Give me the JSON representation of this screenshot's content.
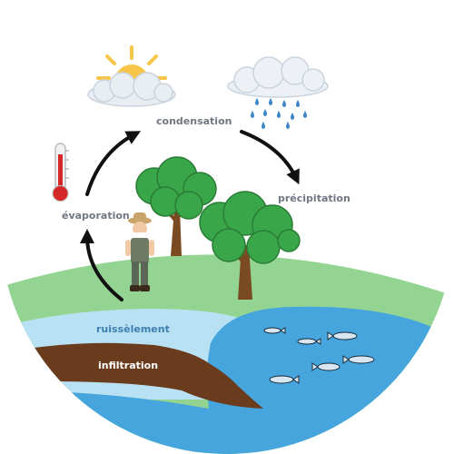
{
  "labels": {
    "condensation": "condensation",
    "precipitation": "précipitation",
    "evaporation": "évaporation",
    "runoff": "ruissèlement",
    "infiltration": "infiltration"
  },
  "colors": {
    "grass": "#93d493",
    "lake": "#45a5dc",
    "runoff_water": "#b8e2f3",
    "soil": "#6b3b1d",
    "sun": "#f7c548",
    "rain": "#3b86c6",
    "arrow": "#111111",
    "tree_leaves": "#3aa64a",
    "thermometer": "#d62828"
  },
  "icons": [
    "sun-icon",
    "cloud-icon",
    "rain-cloud-icon",
    "thermometer-icon",
    "tree-icon",
    "farmer-icon",
    "fish-icon",
    "cycle-arrow-icon"
  ]
}
